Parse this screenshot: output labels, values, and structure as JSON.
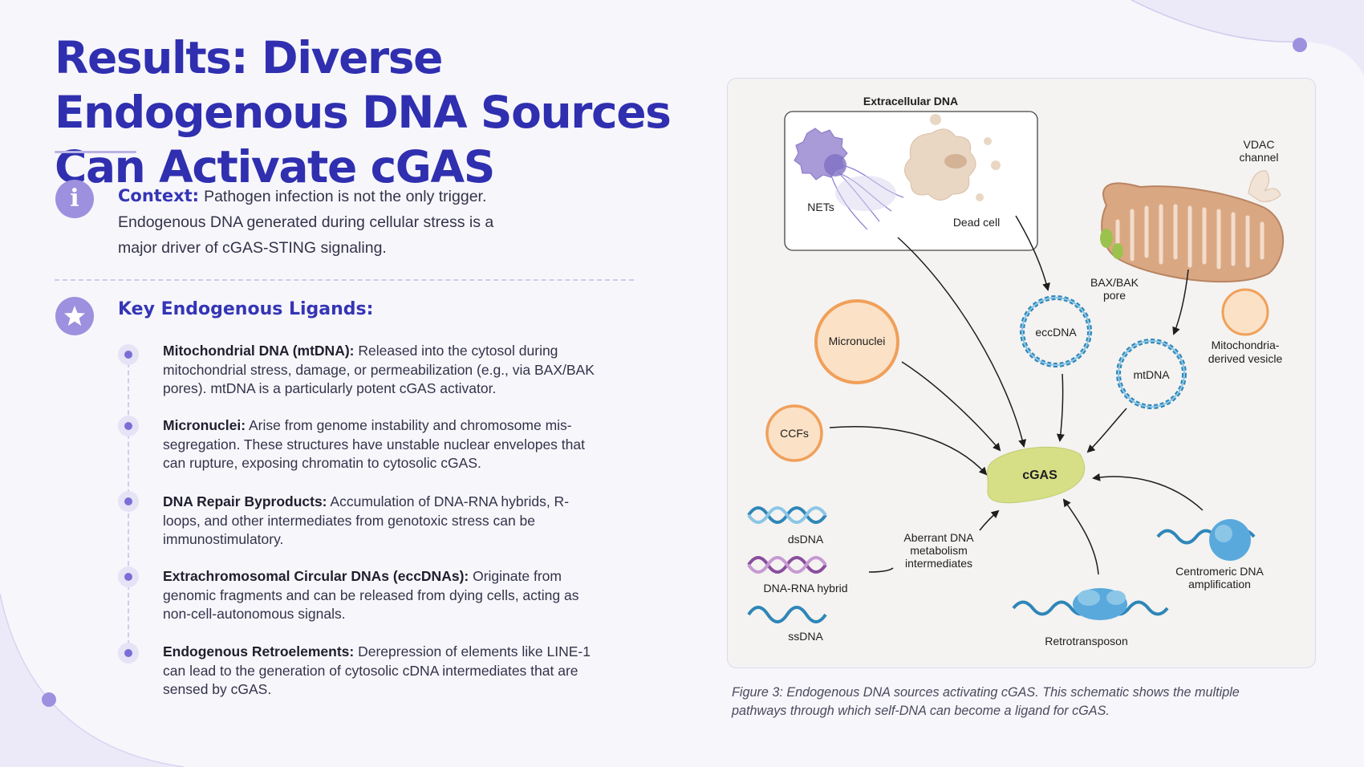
{
  "title": "Results: Diverse Endogenous DNA Sources Can Activate cGAS",
  "context": {
    "heading": "Context:",
    "text": "Pathogen infection is not the only trigger. Endogenous DNA generated during cellular stress is a major driver of cGAS-STING signaling."
  },
  "ligands": {
    "heading": "Key Endogenous Ligands:",
    "items": [
      {
        "name": "Mitochondrial DNA (mtDNA):",
        "text": "Released into the cytosol during mitochondrial stress, damage, or permeabilization (e.g., via BAX/BAK pores). mtDNA is a particularly potent cGAS activator."
      },
      {
        "name": "Micronuclei:",
        "text": "Arise from genome instability and chromosome mis-segregation. These structures have unstable nuclear envelopes that can rupture, exposing chromatin to cytosolic cGAS."
      },
      {
        "name": "DNA Repair Byproducts:",
        "text": "Accumulation of DNA-RNA hybrids, R-loops, and other intermediates from genotoxic stress can be immunostimulatory."
      },
      {
        "name": "Extrachromosomal Circular DNAs (eccDNAs):",
        "text": "Originate from genomic fragments and can be released from dying cells, acting as non-cell-autonomous signals."
      },
      {
        "name": "Endogenous Retroelements:",
        "text": "Derepression of elements like LINE-1 can lead to the generation of cytosolic cDNA intermediates that are sensed by cGAS."
      }
    ]
  },
  "figure": {
    "extracellular_title": "Extracellular DNA",
    "nets": "NETs",
    "dead_cell": "Dead cell",
    "vdac": "VDAC",
    "vdac2": "channel",
    "baxbak": "BAX/BAK",
    "baxbak2": "pore",
    "micronuclei": "Micronuclei",
    "eccdna": "eccDNA",
    "mtdna": "mtDNA",
    "mdv": "Mitochondria-",
    "mdv2": "derived vesicle",
    "ccfs": "CCFs",
    "cgas": "cGAS",
    "dsdna": "dsDNA",
    "dnarna": "DNA-RNA hybrid",
    "ssdna": "ssDNA",
    "aberrant1": "Aberrant DNA",
    "aberrant2": "metabolism",
    "aberrant3": "intermediates",
    "centromeric1": "Centromeric DNA",
    "centromeric2": "amplification",
    "retrotransposon": "Retrotransposon"
  },
  "caption": "Figure 3: Endogenous DNA sources activating cGAS. This schematic shows the multiple pathways through which self-DNA can become a ligand for cGAS.",
  "colors": {
    "title": "#2f2fb0",
    "accent": "#9d90df",
    "dna_blue": "#2f86b8",
    "hybrid_purple": "#8a4e9e",
    "cgas": "#d6df86",
    "micronucleus": "#f0a05a"
  }
}
